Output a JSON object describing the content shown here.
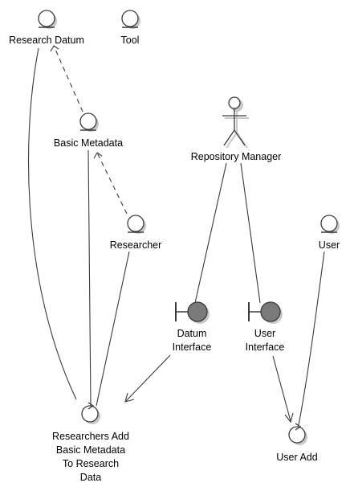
{
  "nodes": {
    "research_datum": {
      "label": "Research Datum",
      "kind": "entity"
    },
    "tool": {
      "label": "Tool",
      "kind": "entity"
    },
    "basic_metadata": {
      "label": "Basic Metadata",
      "kind": "entity"
    },
    "researcher": {
      "label": "Researcher",
      "kind": "entity"
    },
    "repository_manager": {
      "label": "Repository Manager",
      "kind": "actor"
    },
    "user": {
      "label": "User",
      "kind": "entity"
    },
    "datum_interface": {
      "label_lines": [
        "Datum",
        "Interface"
      ],
      "kind": "boundary"
    },
    "user_interface": {
      "label_lines": [
        "User",
        "Interface"
      ],
      "kind": "boundary"
    },
    "researchers_add": {
      "label_lines": [
        "Researchers Add",
        "Basic Metadata",
        "To Research",
        "Data"
      ],
      "kind": "control"
    },
    "user_add": {
      "label": "User Add",
      "kind": "control"
    }
  },
  "edges": [
    {
      "from": "research_datum",
      "to": "researchers_add",
      "style": "solid"
    },
    {
      "from": "basic_metadata",
      "to": "research_datum",
      "style": "dashed",
      "arrow": "open"
    },
    {
      "from": "basic_metadata",
      "to": "researchers_add",
      "style": "solid"
    },
    {
      "from": "researcher",
      "to": "basic_metadata",
      "style": "dashed",
      "arrow": "open"
    },
    {
      "from": "researcher",
      "to": "researchers_add",
      "style": "solid"
    },
    {
      "from": "repository_manager",
      "to": "datum_interface",
      "style": "solid"
    },
    {
      "from": "repository_manager",
      "to": "user_interface",
      "style": "solid"
    },
    {
      "from": "datum_interface",
      "to": "researchers_add",
      "style": "solid",
      "arrow": "open"
    },
    {
      "from": "user_interface",
      "to": "user_add",
      "style": "solid",
      "arrow": "open"
    },
    {
      "from": "user",
      "to": "user_add",
      "style": "solid"
    }
  ],
  "colors": {
    "line": "#3a3a3a",
    "shape_fill": "#ffffff",
    "boundary_fill": "#7a7a7a",
    "shadow": "#c8c8c8"
  }
}
